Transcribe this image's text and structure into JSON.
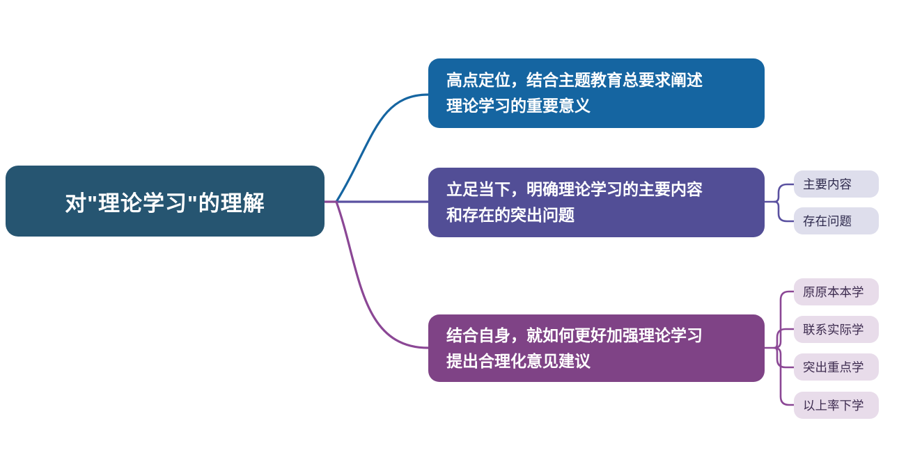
{
  "colors": {
    "root_bg": "#265571",
    "branch1_bg": "#1565A1",
    "branch2_bg": "#524E96",
    "branch3_bg": "#7F4386",
    "leaf_blue_bg": "#DEDEEC",
    "leaf_blue_text": "#2E2A4D",
    "leaf_pink_bg": "#E8DCEA",
    "leaf_pink_text": "#3E2C50",
    "connector_blue": "#1565A1",
    "connector_purple": "#5A51A0",
    "connector_magenta": "#8B4795"
  },
  "root": {
    "label": "对\"理论学习\"的理解"
  },
  "branches": [
    {
      "lines": [
        "高点定位，结合主题教育总要求阐述",
        "理论学习的重要意义"
      ],
      "children": []
    },
    {
      "lines": [
        "立足当下，明确理论学习的主要内容",
        "和存在的突出问题"
      ],
      "children": [
        {
          "label": "主要内容"
        },
        {
          "label": "存在问题"
        }
      ]
    },
    {
      "lines": [
        "结合自身，就如何更好加强理论学习",
        "提出合理化意见建议"
      ],
      "children": [
        {
          "label": "原原本本学"
        },
        {
          "label": "联系实际学"
        },
        {
          "label": "突出重点学"
        },
        {
          "label": "以上率下学"
        }
      ]
    }
  ]
}
